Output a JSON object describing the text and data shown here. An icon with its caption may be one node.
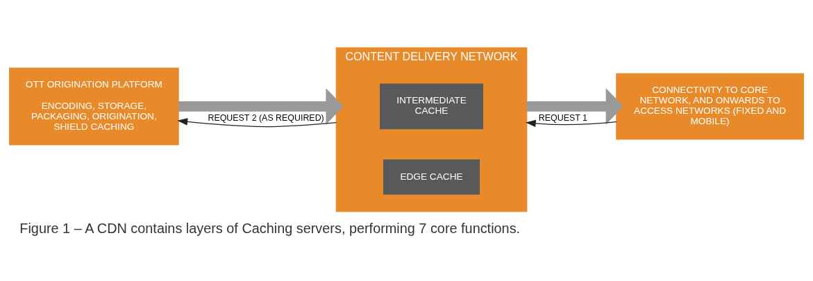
{
  "diagram": {
    "caption": "Figure 1 – A CDN contains layers of Caching servers, performing 7 core functions.",
    "nodes": [
      {
        "text": [
          "OTT ORIGINATION PLATFORM",
          "ENCODING, STORAGE, PACKAGING, ORIGINATION, SHIELD CACHING"
        ]
      },
      {
        "text": [
          "CONTENT DELIVERY NETWORK"
        ]
      },
      {
        "text": [
          "INTERMEDIATE CACHE"
        ],
        "in": 1
      },
      {
        "text": [
          "EDGE CACHE"
        ],
        "in": 1
      },
      {
        "text": [
          "CONNECTIVITY TO CORE NETWORK, AND ONWARDS TO ACCESS NETWORKS (FIXED AND MOBILE)"
        ]
      }
    ],
    "edges": [
      {
        "from": 0,
        "to": 1,
        "arrow": "to",
        "style": "thick",
        "color": "#999999"
      },
      {
        "from": 1,
        "to": 4,
        "arrow": "to",
        "style": "thick",
        "color": "#999999"
      },
      {
        "from": 4,
        "to": 1,
        "arrow": "to",
        "label": "REQUEST 1",
        "color": "#222222"
      },
      {
        "from": 1,
        "to": 0,
        "arrow": "to",
        "label": "REQUEST 2 (AS REQUIRED)",
        "color": "#222222"
      }
    ]
  }
}
